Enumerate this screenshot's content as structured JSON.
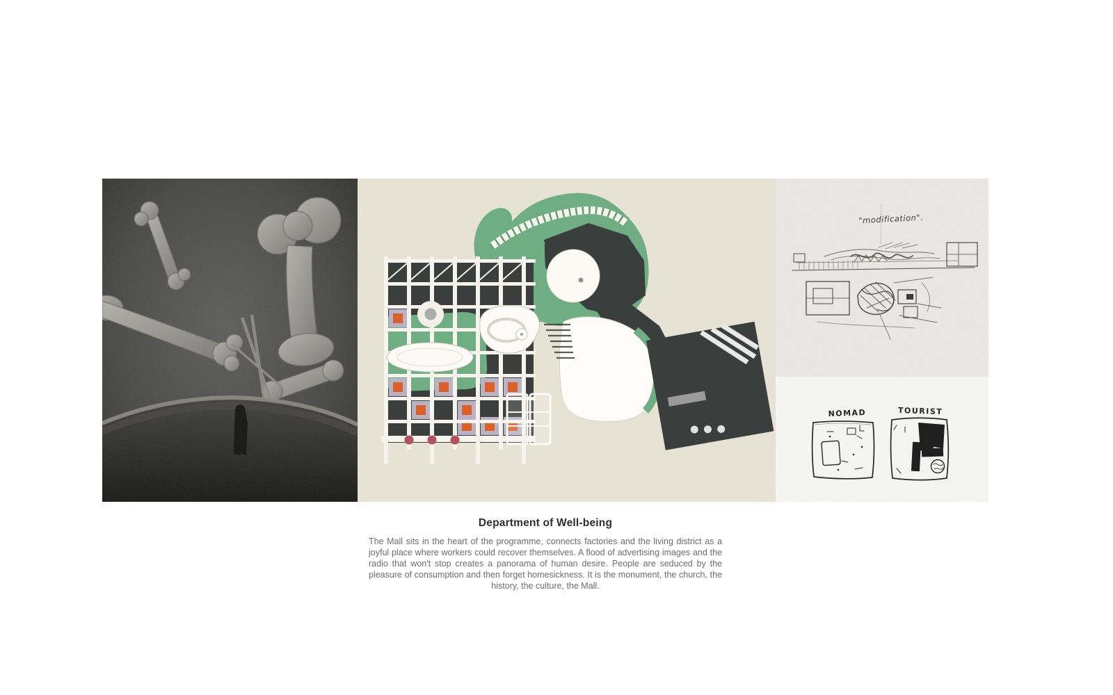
{
  "caption": {
    "title": "Department of Well-being",
    "body": "The Mall sits in the heart of the programme, connects factories and the living district as a joyful place where workers could recover themselves. A flood of advertising images and the radio that won't stop creates a panorama of human desire. People are seduced by the pleasure of consumption and then forget homesickness. It is the monument, the church, the history, the culture, the Mall."
  },
  "sketch_labels": {
    "modification": "\"modification\".",
    "nomad": "NOMAD",
    "tourist": "TOURIST"
  },
  "figures": {
    "left": "charcoal drawing of bones in a bowl with a lone figure",
    "middle": "mall masterplan collage",
    "right_top": "pencil modification sketch",
    "right_bottom": "nomad and tourist plan sketches"
  },
  "colors": {
    "canvas": "#ffffff",
    "plan_background": "#e7e3d4",
    "plan_green": "#6fae82",
    "plan_dark": "#3a3e3d",
    "plan_orange": "#dd5f28",
    "plan_purple": "#b7b2c4",
    "plan_red": "#b5525e",
    "sketch_paper": "#e9e8e4",
    "sketch_paper_light": "#f5f5f3"
  }
}
